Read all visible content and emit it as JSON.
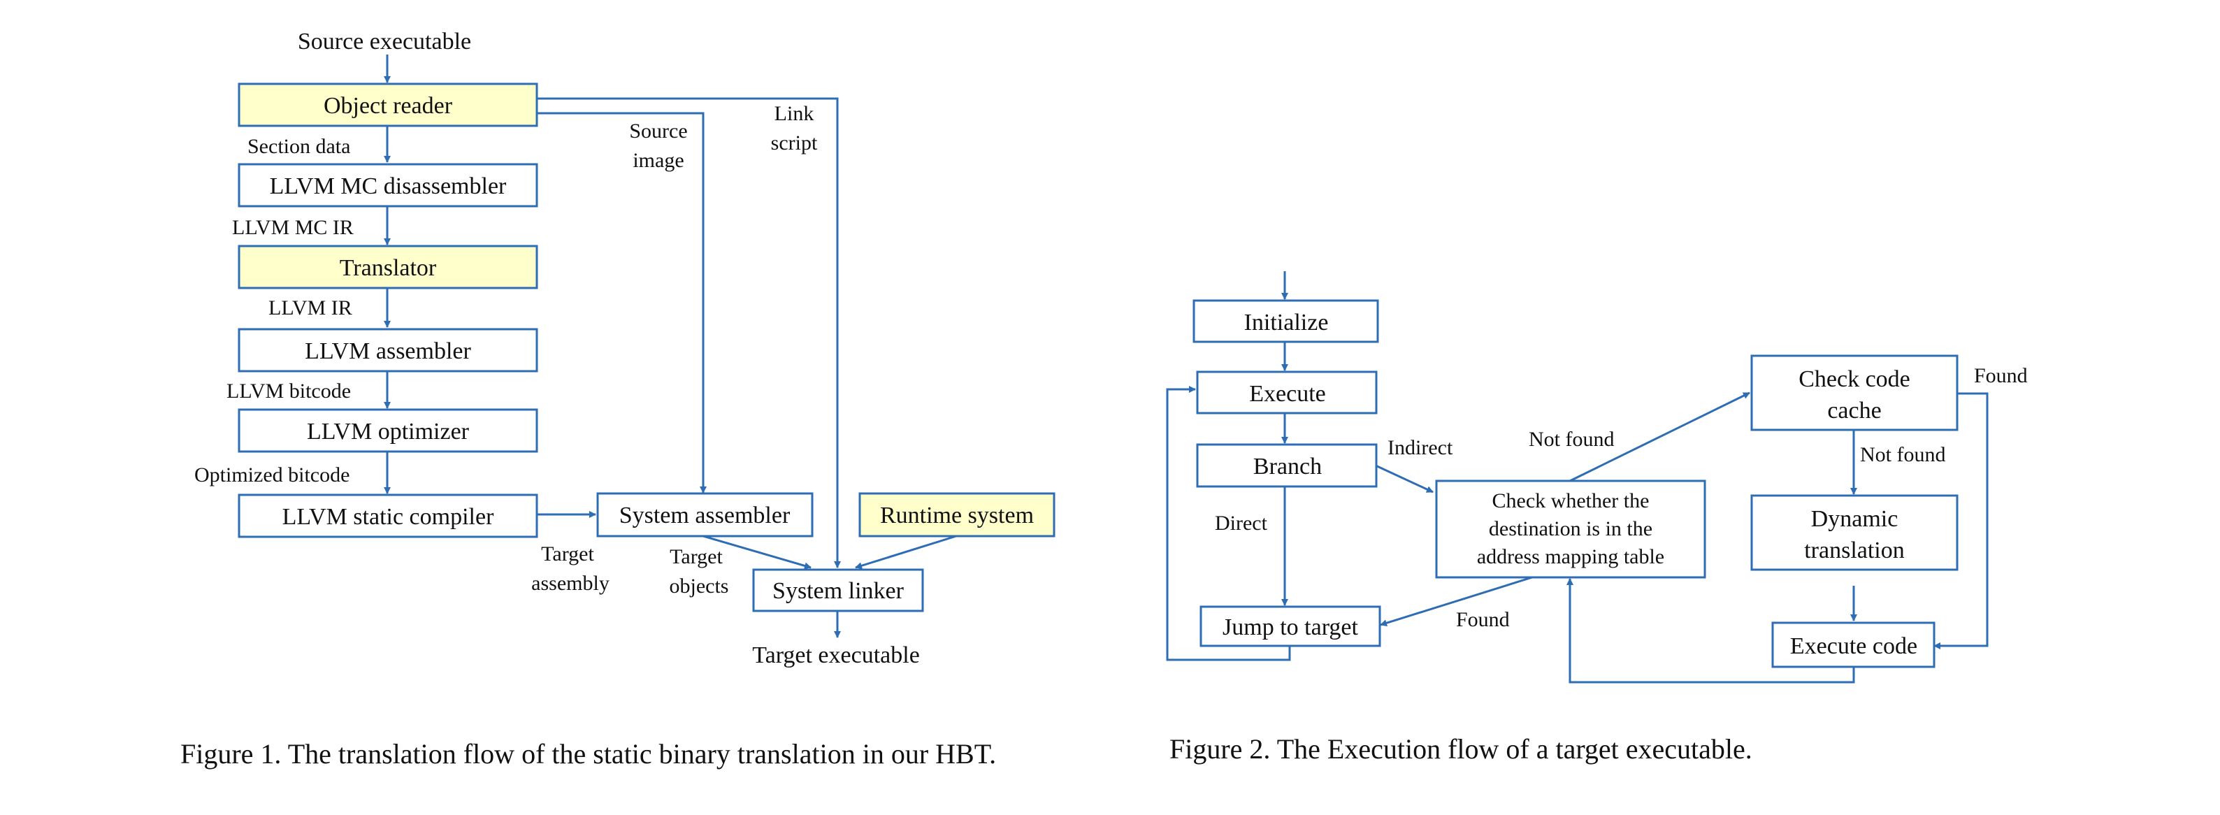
{
  "figure1": {
    "nodes": {
      "object_reader": "Object reader",
      "mc_disassembler": "LLVM MC disassembler",
      "translator": "Translator",
      "llvm_assembler": "LLVM assembler",
      "llvm_optimizer": "LLVM optimizer",
      "static_compiler": "LLVM static compiler",
      "system_assembler": "System assembler",
      "runtime_system": "Runtime system",
      "system_linker": "System linker"
    },
    "labels": {
      "source_executable": "Source executable",
      "section_data": "Section data",
      "llvm_mc_ir": "LLVM MC IR",
      "llvm_ir": "LLVM IR",
      "llvm_bitcode": "LLVM bitcode",
      "optimized_bitcode": "Optimized  bitcode",
      "source_image_1": "Source",
      "source_image_2": "image",
      "link_script_1": "Link",
      "link_script_2": "script",
      "target_assembly_1": "Target",
      "target_assembly_2": "assembly",
      "target_objects_1": "Target",
      "target_objects_2": "objects",
      "target_executable": "Target executable"
    },
    "caption": "Figure 1.  The translation flow of the static binary translation in our HBT.",
    "highlight_color": "#ffffcc"
  },
  "figure2": {
    "nodes": {
      "initialize": "Initialize",
      "execute": "Execute",
      "branch": "Branch",
      "check_table_1": "Check whether the",
      "check_table_2": "destination is in the",
      "check_table_3": "address mapping table",
      "jump_to_target": "Jump to target",
      "check_cache_1": "Check code",
      "check_cache_2": "cache",
      "dynamic_translation_1": "Dynamic",
      "dynamic_translation_2": "translation",
      "execute_code": "Execute code"
    },
    "labels": {
      "indirect": "Indirect",
      "direct": "Direct",
      "not_found_1": "Not found",
      "found_1": "Found",
      "found_2": "Found",
      "not_found_2": "Not found"
    },
    "caption": "Figure 2.  The Execution flow of a target executable."
  },
  "colors": {
    "stroke": "#2e6db4",
    "text": "#111111"
  }
}
